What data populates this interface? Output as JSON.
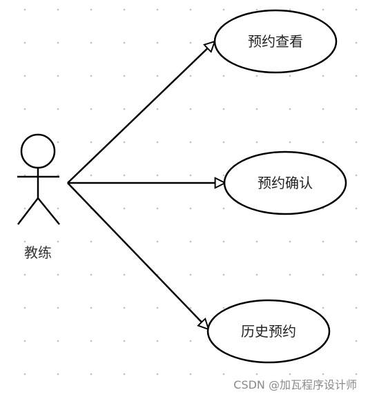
{
  "actor": {
    "label": "教练"
  },
  "use_cases": [
    {
      "label": "预约查看"
    },
    {
      "label": "预约确认"
    },
    {
      "label": "历史预约"
    }
  ],
  "watermark": "CSDN @加瓦程序设计师",
  "colors": {
    "line": "#000000",
    "grid_dot": "#c4c4c4",
    "background": "#ffffff"
  }
}
